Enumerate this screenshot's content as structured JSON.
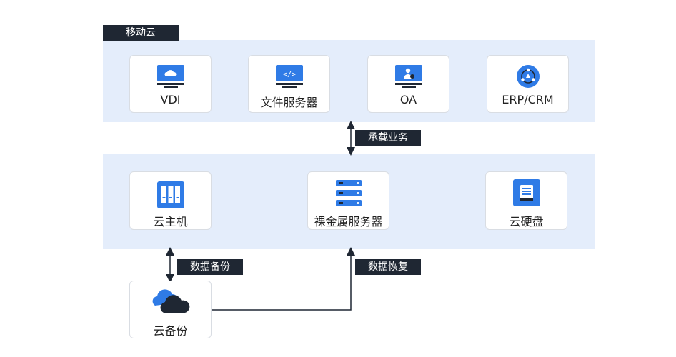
{
  "colors": {
    "band": "#e4edfb",
    "accent": "#2f7be6",
    "dark": "#1f2733"
  },
  "tags": {
    "mobile_cloud": "移动云",
    "carry_business": "承载业务",
    "data_backup": "数据备份",
    "data_restore": "数据恢复"
  },
  "apps": [
    {
      "label": "VDI",
      "icon": "monitor-cloud-icon"
    },
    {
      "label": "文件服务器",
      "icon": "monitor-code-icon"
    },
    {
      "label": "OA",
      "icon": "monitor-user-icon"
    },
    {
      "label": "ERP/CRM",
      "icon": "circle-network-icon"
    }
  ],
  "infra": [
    {
      "label": "云主机",
      "icon": "server-rack-icon"
    },
    {
      "label": "裸金属服务器",
      "icon": "server-stack-icon"
    },
    {
      "label": "云硬盘",
      "icon": "disk-icon"
    }
  ],
  "backup": {
    "label": "云备份",
    "icon": "cloud-icon"
  }
}
